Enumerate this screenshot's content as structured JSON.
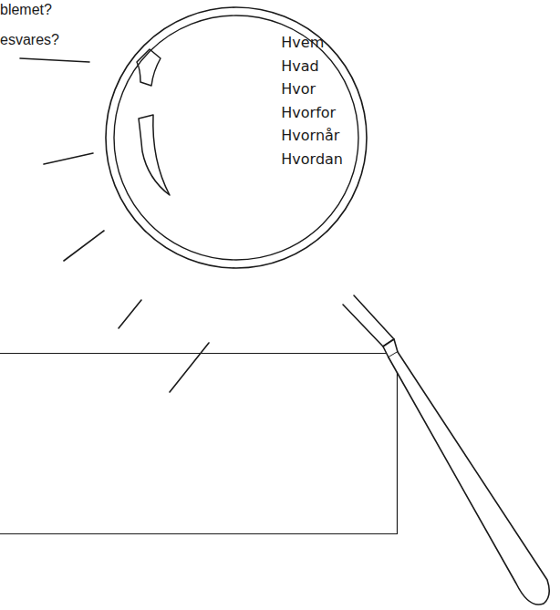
{
  "diagram": {
    "nodes": [
      {
        "text": [
          "Hvem",
          "Hvad",
          "Hvor",
          "Hvorfor",
          "Hvornår",
          "Hvordan"
        ]
      }
    ],
    "labels": [
      "blemet?",
      "esvares?"
    ]
  }
}
